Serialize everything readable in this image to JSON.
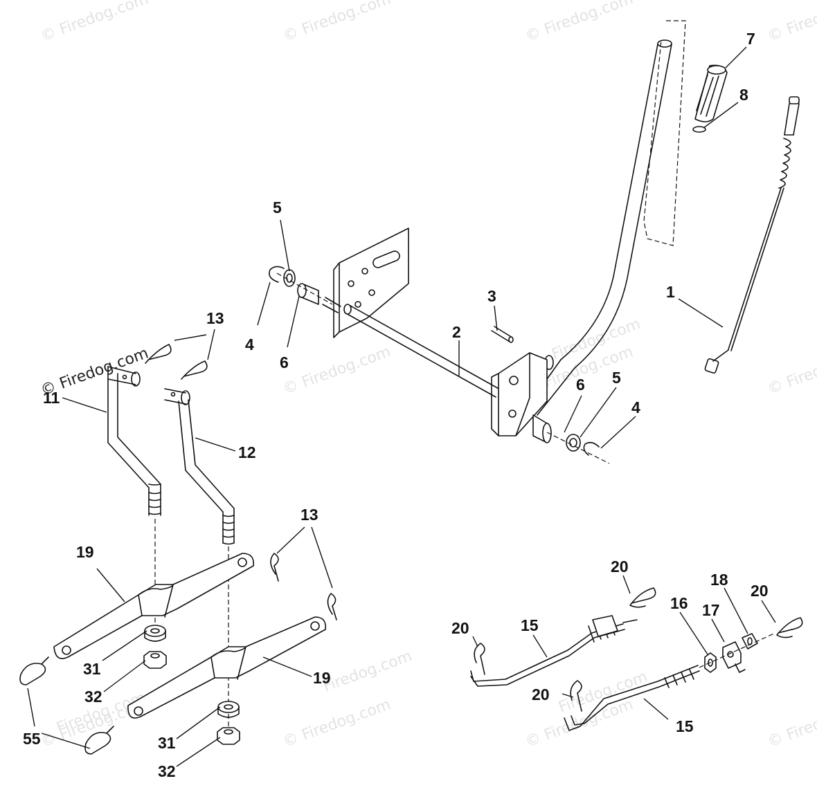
{
  "watermark": {
    "text": "© Firedog.com",
    "brand_text": "Firedog.com"
  },
  "callouts": {
    "c1": "1",
    "c2": "2",
    "c3": "3",
    "c4a": "4",
    "c4b": "4",
    "c5a": "5",
    "c5b": "5",
    "c6a": "6",
    "c6b": "6",
    "c7": "7",
    "c8": "8",
    "c11": "11",
    "c12": "12",
    "c13a": "13",
    "c13b": "13",
    "c15a": "15",
    "c15b": "15",
    "c16": "16",
    "c17": "17",
    "c18": "18",
    "c19a": "19",
    "c19b": "19",
    "c20a": "20",
    "c20b": "20",
    "c20c": "20",
    "c20d": "20",
    "c31a": "31",
    "c31b": "31",
    "c32a": "32",
    "c32b": "32",
    "c55": "55"
  }
}
